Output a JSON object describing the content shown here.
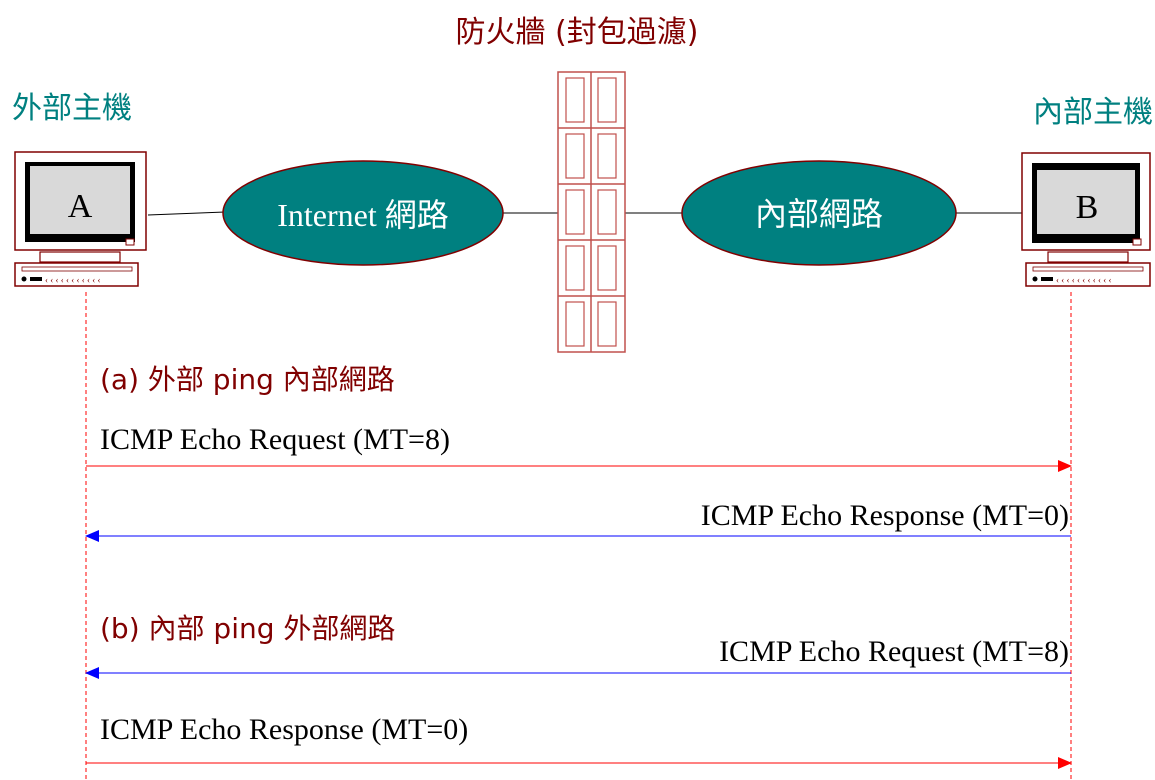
{
  "title": "防火牆 (封包過濾)",
  "hosts": {
    "external": {
      "label": "外部主機",
      "letter": "A"
    },
    "internal": {
      "label": "內部主機",
      "letter": "B"
    }
  },
  "networks": {
    "internet": "Internet 網路",
    "internal": "內部網路"
  },
  "scenario_a": {
    "heading": "(a) 外部 ping 內部網路",
    "request": "ICMP Echo Request (MT=8)",
    "response": "ICMP Echo Response (MT=0)"
  },
  "scenario_b": {
    "heading": "(b) 內部 ping 外部網路",
    "request": "ICMP Echo Request (MT=8)",
    "response": "ICMP Echo Response (MT=0)"
  },
  "colors": {
    "title": "#800000",
    "host_label": "#008080",
    "cloud_fill": "#008080",
    "cloud_text": "#ffffff",
    "firewall": "#c0504d",
    "computer_outline": "#800000",
    "lifeline": "#ff0000",
    "arrow_red": "#ff0000",
    "arrow_blue": "#0000ff",
    "heading": "#800000",
    "message_text": "#000000"
  },
  "icons": {
    "computer": "desktop-computer-icon",
    "firewall": "brick-wall-icon",
    "network": "network-cloud-icon"
  }
}
